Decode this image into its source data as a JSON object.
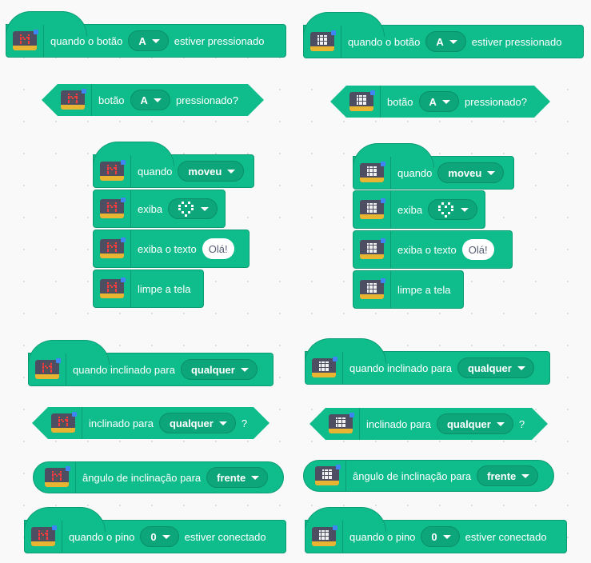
{
  "blocks": {
    "when_button": {
      "text1": "quando o botão",
      "value": "A",
      "text2": "estiver pressionado"
    },
    "button_pressed": {
      "text1": "botão",
      "value": "A",
      "text2": "pressionado?"
    },
    "when_moved": {
      "text1": "quando",
      "value": "moveu"
    },
    "display": {
      "text1": "exiba"
    },
    "display_text": {
      "text1": "exiba o texto",
      "value": "Olá!"
    },
    "clear": {
      "text1": "limpe a tela"
    },
    "when_tilted": {
      "text1": "quando inclinado para",
      "value": "qualquer"
    },
    "tilted": {
      "text1": "inclinado para",
      "value": "qualquer",
      "text2": "?"
    },
    "tilt_angle": {
      "text1": "ângulo de inclinação para",
      "value": "frente"
    },
    "when_pin": {
      "text1": "quando o pino",
      "value": "0",
      "text2": "estiver conectado"
    }
  },
  "icons": {
    "microbit_red": "microbit-red-icon",
    "microbit_white": "microbit-icon"
  },
  "colors": {
    "block": "#0fbd8c",
    "border": "#0b9c73",
    "dropdown": "#0da57a",
    "gold": "#e8b532"
  }
}
